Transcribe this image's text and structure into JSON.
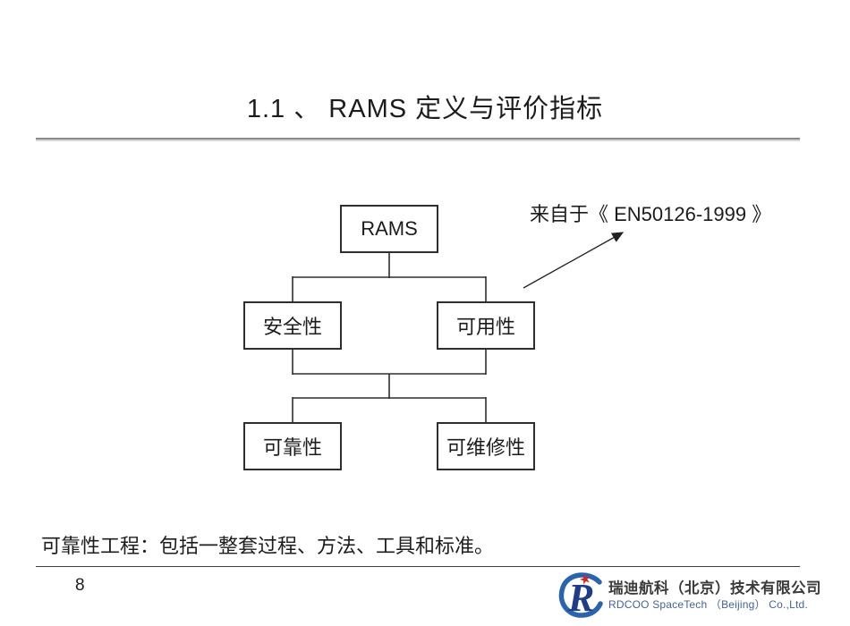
{
  "slide": {
    "title": "1.1 、 RAMS 定义与评价指标",
    "page_number": "8",
    "note": "可靠性工程：包括一整套过程、方法、工具和标准。"
  },
  "diagram": {
    "type": "tree",
    "annotation": "来自于《 EN50126-1999 》",
    "nodes": {
      "rams": {
        "label": "RAMS"
      },
      "safety": {
        "label": "安全性"
      },
      "availability": {
        "label": "可用性"
      },
      "reliability": {
        "label": "可靠性"
      },
      "maintainability": {
        "label": "可维修性"
      }
    },
    "edges": [
      [
        "RAMS",
        "安全性"
      ],
      [
        "RAMS",
        "可用性"
      ],
      [
        "安全性+可用性",
        "可靠性"
      ],
      [
        "安全性+可用性",
        "可维修性"
      ]
    ]
  },
  "footer": {
    "company_cn": "瑞迪航科（北京）技术有限公司",
    "company_en": "RDCOO SpaceTech （Beijing） Co.,Ltd."
  },
  "icons": {
    "company_logo": "stylized-R-with-blue-swoosh-and-red-star"
  },
  "colors": {
    "text": "#1c1c1c",
    "title_divider": "#8a8a8a",
    "footer_divider": "#3f3f3f",
    "logo_navy": "#1e3c87",
    "logo_swoosh_blue": "#2a64ae",
    "logo_star_red": "#d6251f",
    "logo_en_text_blue": "#44629e"
  }
}
